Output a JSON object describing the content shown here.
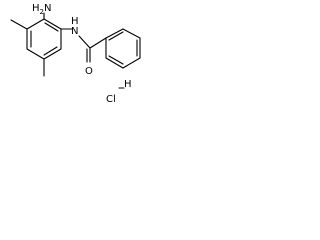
{
  "molecule": {
    "labels": {
      "amine": "NH2",
      "amine_h": "H",
      "amine_n": "N",
      "amine_sub": "2",
      "amide_h": "H",
      "amide_n": "N",
      "carbonyl_o": "O",
      "chloride": "Cl",
      "hydrogen": "H"
    }
  }
}
